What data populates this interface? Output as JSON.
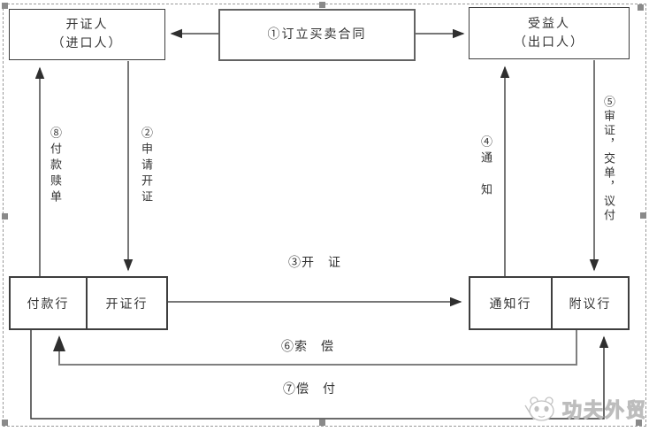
{
  "boxes": {
    "applicant": {
      "line1": "开证人",
      "line2": "（进口人）"
    },
    "contract": {
      "label": "①订立买卖合同"
    },
    "beneficiary": {
      "line1": "受益人",
      "line2": "（出口人）"
    },
    "paying_bank": {
      "label": "付款行"
    },
    "issuing_bank": {
      "label": "开证行"
    },
    "advising_bank": {
      "label": "通知行"
    },
    "negotiating_bank": {
      "label": "附议行"
    }
  },
  "flow_labels": {
    "step2": "②申请开证",
    "step3": "③开　证",
    "step4": "④通　知",
    "step5": "⑤审证，交单，议付",
    "step6": "⑥索　偿",
    "step7": "⑦偿　付",
    "step8": "⑧付款赎单"
  },
  "watermark": {
    "brand": "功夫外贸"
  },
  "colors": {
    "line": "#4a4a4a",
    "arrow": "#2f2f2f",
    "gray_line": "#7f7f7f",
    "handle": "#8a8a8a",
    "watermark_outline": "#bdbdbd"
  }
}
